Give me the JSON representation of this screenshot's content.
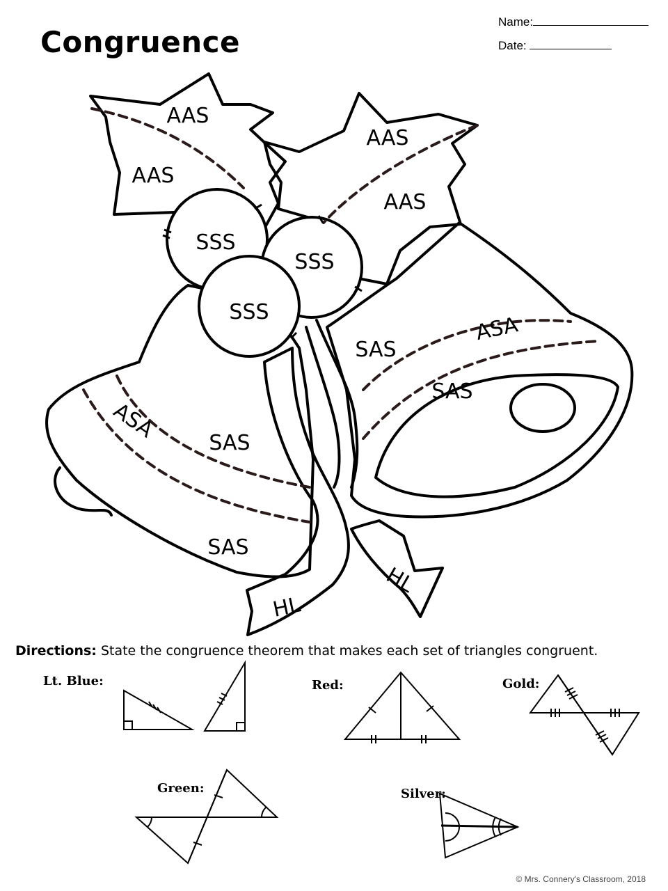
{
  "title": "Congruence",
  "fields": {
    "name_label": "Name:",
    "date_label": "Date:"
  },
  "regions": {
    "leaf_left_top": "AAS",
    "leaf_left_bottom": "AAS",
    "leaf_right_top": "AAS",
    "leaf_right_bottom": "AAS",
    "berry_left": "SSS",
    "berry_right": "SSS",
    "berry_center": "SSS",
    "left_bell_band": "ASA",
    "left_bell_middle": "SAS",
    "left_bell_bottom": "SAS",
    "right_bell_top": "SAS",
    "right_bell_band": "ASA",
    "right_bell_middle": "SAS",
    "ribbon_left": "HL",
    "ribbon_right": "HL"
  },
  "directions": {
    "label": "Directions:",
    "text": "State the congruence theorem that makes each set of triangles congruent."
  },
  "problems": [
    {
      "color": "Lt. Blue:"
    },
    {
      "color": "Red:"
    },
    {
      "color": "Gold:"
    },
    {
      "color": "Green:"
    },
    {
      "color": "Silver:"
    }
  ],
  "copyright": "© Mrs. Connery's Classroom, 2018"
}
